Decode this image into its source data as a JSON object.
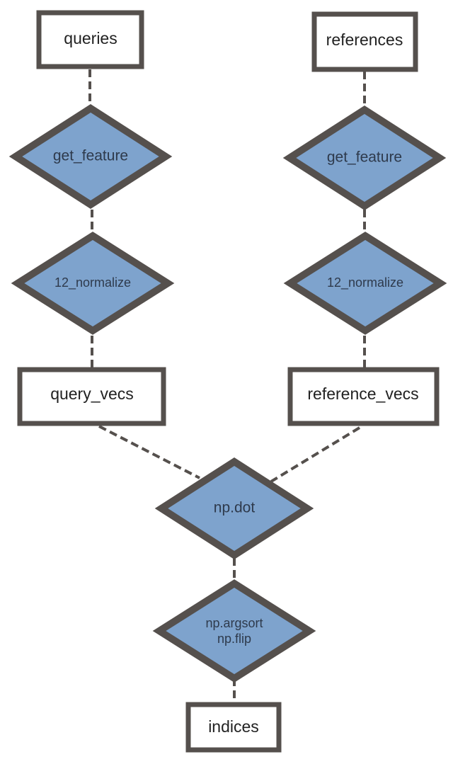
{
  "colors": {
    "stroke": "#55504d",
    "diamond_fill": "#7ea3cd",
    "box_fill": "#ffffff"
  },
  "nodes": {
    "queries": {
      "label": "queries",
      "shape": "box"
    },
    "references": {
      "label": "references",
      "shape": "box"
    },
    "get_feature_left": {
      "label": "get_feature",
      "shape": "diamond"
    },
    "get_feature_right": {
      "label": "get_feature",
      "shape": "diamond"
    },
    "normalize_left": {
      "label": "12_normalize",
      "shape": "diamond"
    },
    "normalize_right": {
      "label": "12_normalize",
      "shape": "diamond"
    },
    "query_vecs": {
      "label": "query_vecs",
      "shape": "box"
    },
    "reference_vecs": {
      "label": "reference_vecs",
      "shape": "box"
    },
    "np_dot": {
      "label": "np.dot",
      "shape": "diamond"
    },
    "np_argsort": {
      "label_line1": "np.argsort",
      "label_line2": "np.flip",
      "shape": "diamond"
    },
    "indices": {
      "label": "indices",
      "shape": "box"
    }
  },
  "edges": [
    [
      "queries",
      "get_feature_left"
    ],
    [
      "get_feature_left",
      "normalize_left"
    ],
    [
      "normalize_left",
      "query_vecs"
    ],
    [
      "references",
      "get_feature_right"
    ],
    [
      "get_feature_right",
      "normalize_right"
    ],
    [
      "normalize_right",
      "reference_vecs"
    ],
    [
      "query_vecs",
      "np_dot"
    ],
    [
      "reference_vecs",
      "np_dot"
    ],
    [
      "np_dot",
      "np_argsort"
    ],
    [
      "np_argsort",
      "indices"
    ]
  ]
}
